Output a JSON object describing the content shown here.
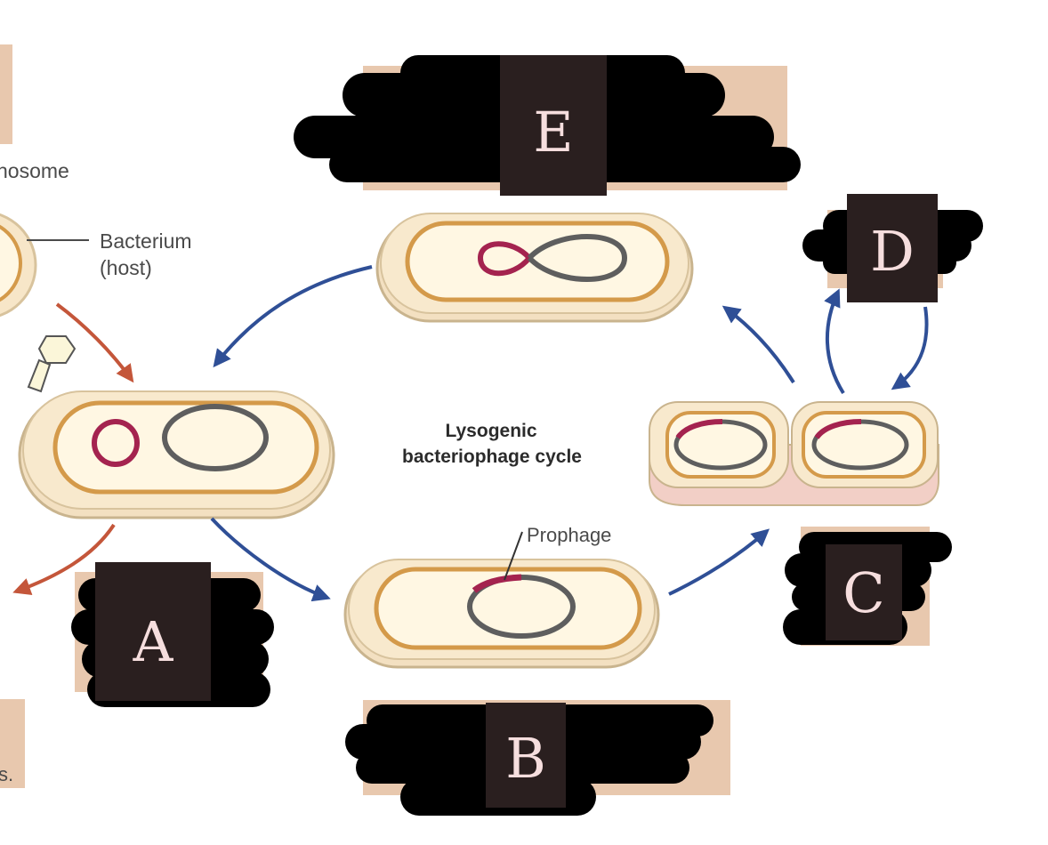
{
  "diagram": {
    "title_line1": "Lysogenic",
    "title_line2": "bacteriophage cycle",
    "labels": {
      "bacterium": "Bacterium",
      "host": "(host)",
      "prophage": "Prophage",
      "chromosome_fragment": "nosome",
      "cropped_caption": "s."
    },
    "letter_boxes": {
      "a": "A",
      "b": "B",
      "c": "C",
      "d": "D",
      "e": "E"
    },
    "colors": {
      "label_box": "#e8c8ae",
      "redaction": "#000000",
      "letter_box": "#2a1f1f",
      "letter_text": "#f6dede",
      "cell_outer": "#f7e6c8",
      "cell_inner": "#fff7e3",
      "cell_membrane": "#d49a4a",
      "chromosome": "#5e5e5e",
      "viral_dna": "#a4234f",
      "arrow_cycle": "#2f4f96",
      "arrow_infect": "#c4563a"
    }
  }
}
